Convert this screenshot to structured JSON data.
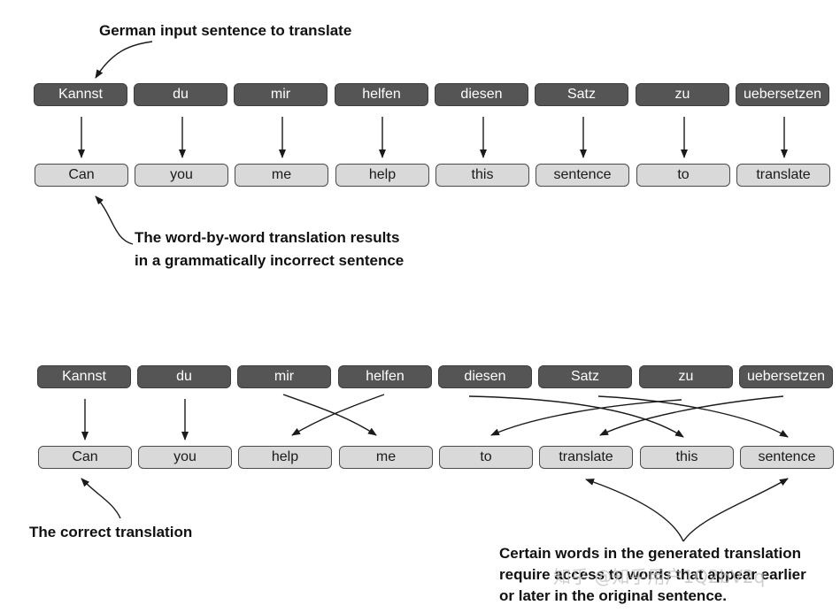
{
  "top": {
    "annotation": "German input sentence to translate",
    "source_words": [
      "Kannst",
      "du",
      "mir",
      "helfen",
      "diesen",
      "Satz",
      "zu",
      "uebersetzen"
    ],
    "target_words": [
      "Can",
      "you",
      "me",
      "help",
      "this",
      "sentence",
      "to",
      "translate"
    ],
    "result_note": [
      "The word-by-word translation results",
      "in a grammatically incorrect sentence"
    ]
  },
  "bottom": {
    "source_words": [
      "Kannst",
      "du",
      "mir",
      "helfen",
      "diesen",
      "Satz",
      "zu",
      "uebersetzen"
    ],
    "target_words": [
      "Can",
      "you",
      "help",
      "me",
      "to",
      "translate",
      "this",
      "sentence"
    ],
    "correct_note": "The correct translation",
    "access_note": [
      "Certain words in the generated translation",
      "require access to words that appear earlier",
      "or later in the original sentence."
    ]
  },
  "watermark": "知乎 @知乎用户1Q2bV2q",
  "colors": {
    "source_box": "#555555",
    "target_box": "#d9d9d9",
    "arrow": "#1a1a1a"
  }
}
